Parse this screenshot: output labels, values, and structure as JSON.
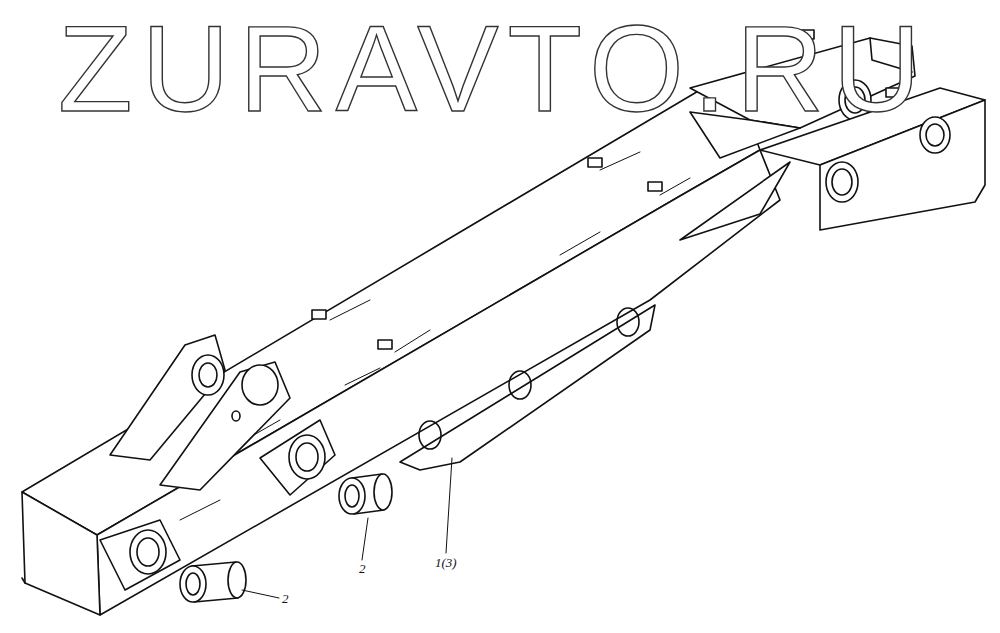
{
  "diagram": {
    "labels": [
      "ZURAVTO.RU",
      "2",
      "2",
      "1(3)"
    ]
  }
}
